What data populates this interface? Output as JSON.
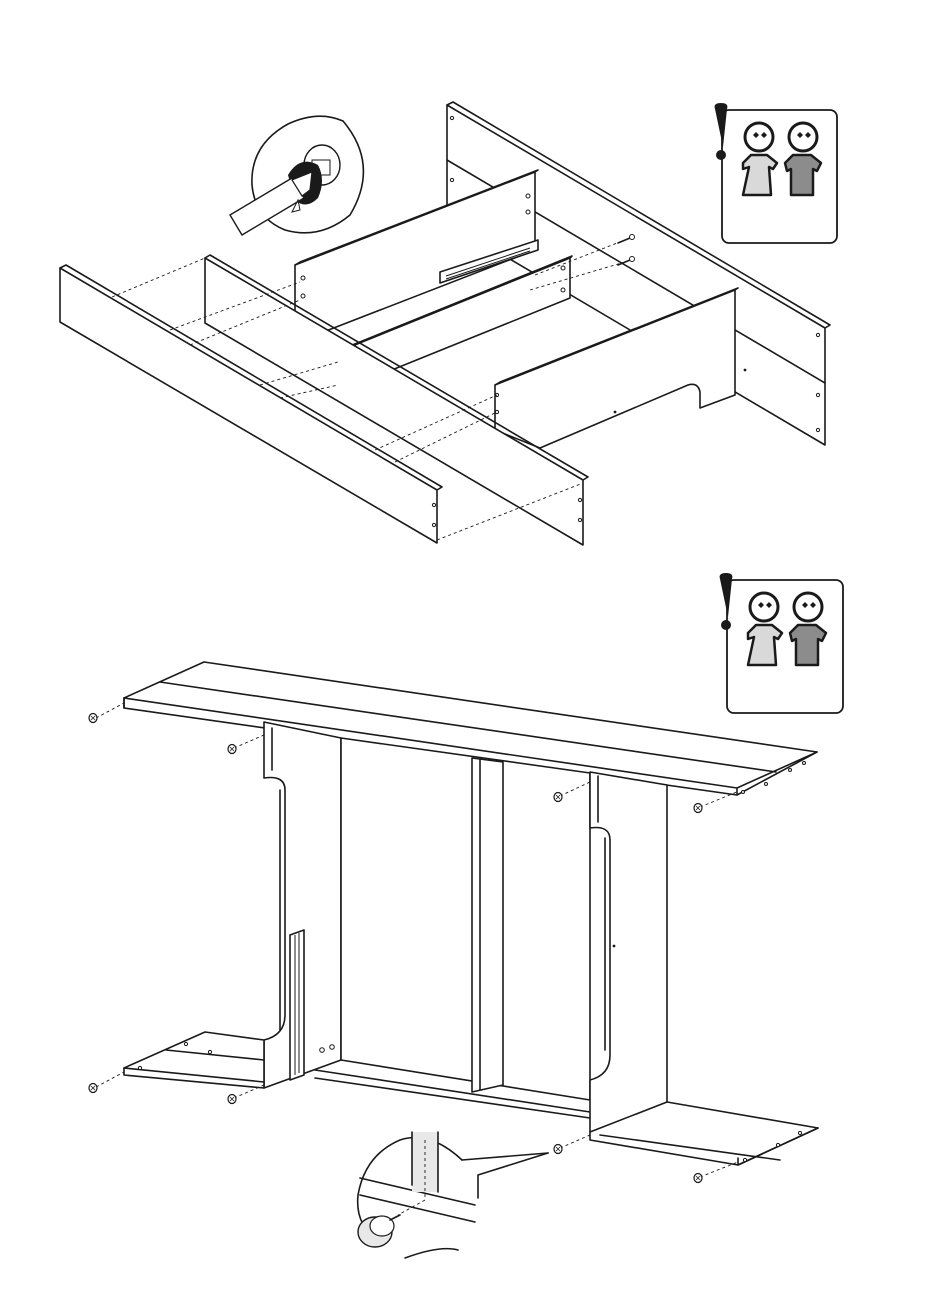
{
  "page": {
    "type": "assembly-instructions",
    "steps": [
      {
        "id": "step-frame",
        "warning": {
          "icon": "two-persons-required-icon",
          "shirt_colors": [
            "#d9d9d9",
            "#8c8c8c"
          ]
        },
        "detail": {
          "icon": "screwdriver-cam-lock-detail-icon"
        }
      },
      {
        "id": "step-top-and-feet",
        "warning": {
          "icon": "two-persons-required-icon",
          "shirt_colors": [
            "#d9d9d9",
            "#8c8c8c"
          ]
        },
        "detail": {
          "icon": "glide-foot-insert-detail-icon"
        }
      }
    ]
  }
}
